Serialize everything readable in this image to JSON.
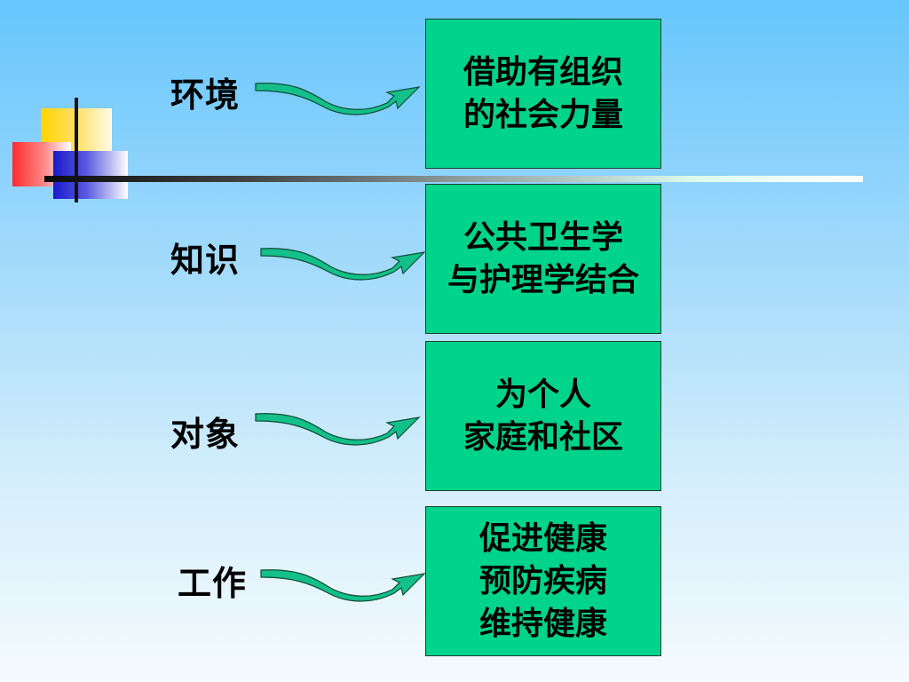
{
  "rows": [
    {
      "label": "环境",
      "box_lines": [
        "借助有组织",
        "的社会力量"
      ]
    },
    {
      "label": "知识",
      "box_lines": [
        "公共卫生学",
        "与护理学结合"
      ]
    },
    {
      "label": "对象",
      "box_lines": [
        "为个人",
        "家庭和社区"
      ]
    },
    {
      "label": "工作",
      "box_lines": [
        "促进健康",
        "预防疾病",
        "维持健康"
      ]
    }
  ],
  "colors": {
    "box_fill": "#00d48c",
    "arrow_fill": "#14c089",
    "background_top": "#66c6fd",
    "background_bottom": "#f5fbfe"
  },
  "icons": [
    "curved-arrow-icon"
  ]
}
